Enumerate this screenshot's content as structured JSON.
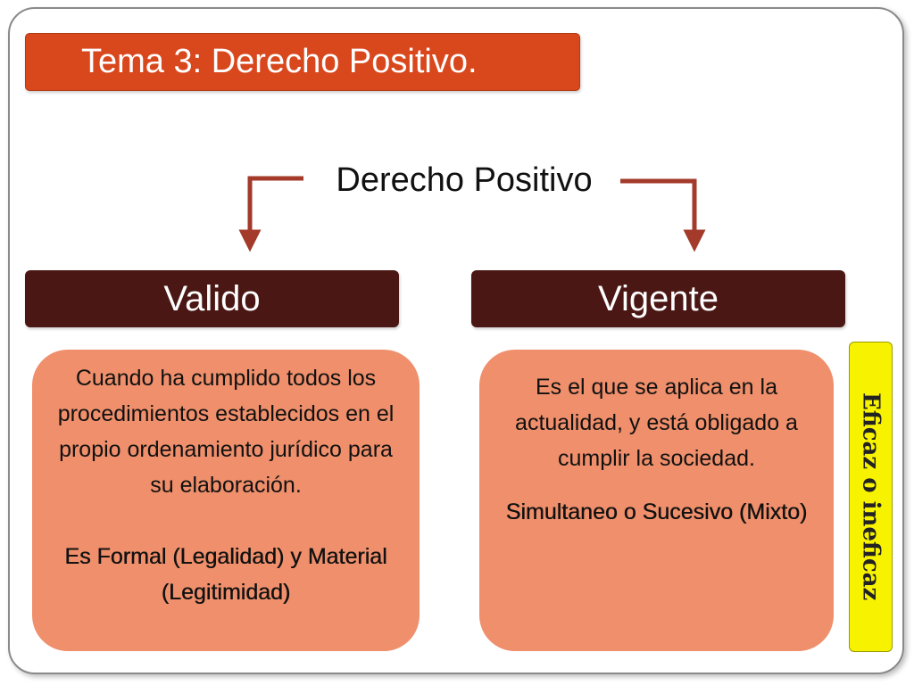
{
  "slide": {
    "title": "Tema 3: Derecho Positivo.",
    "root_label": "Derecho Positivo"
  },
  "branches": {
    "left": {
      "header": "Valido",
      "description": "Cuando ha cumplido todos los procedimientos establecidos en el propio ordenamiento jurídico para su elaboración.",
      "note": "Es Formal (Legalidad)  y Material (Legitimidad)"
    },
    "right": {
      "header": "Vigente",
      "description": "Es el que se aplica en la actualidad, y está obligado a cumplir la sociedad.",
      "note": "Simultaneo o Sucesivo (Mixto)"
    }
  },
  "side_tag": {
    "label": "Eficaz o ineficaz"
  },
  "colors": {
    "title_bg": "#d9471c",
    "header_bg": "#4a1714",
    "card_bg": "#ef8f6b",
    "arrow": "#a33a2a",
    "tag_bg": "#f7f200"
  }
}
